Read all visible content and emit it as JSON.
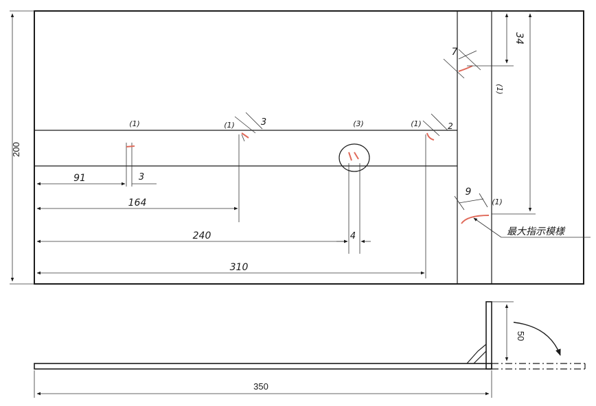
{
  "plan": {
    "height_label": "200",
    "dims": {
      "d91": "91",
      "d164": "164",
      "d240": "240",
      "d310": "310",
      "w3a": "3",
      "w3b": "3",
      "w4": "4",
      "w2": "2",
      "d34": "34",
      "a7": "7",
      "a9": "9"
    },
    "counts": {
      "c1": "(1)",
      "c2": "(1)",
      "c3": "(3)",
      "c4": "(1)",
      "c5": "(1)",
      "c6": "(1)"
    },
    "note": "最大指示模様"
  },
  "side": {
    "width_label": "350",
    "height_label": "50"
  }
}
